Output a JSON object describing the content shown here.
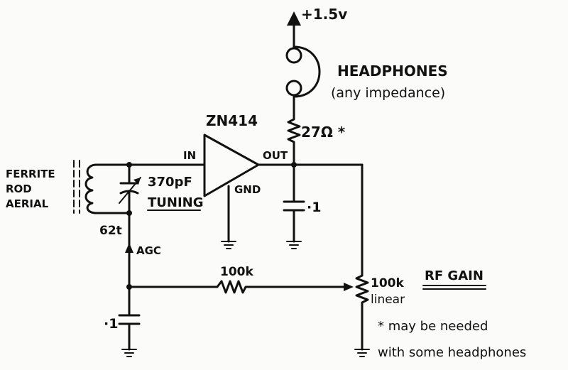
{
  "supply": {
    "label": "+1.5v"
  },
  "headphones": {
    "title": "HEADPHONES",
    "note": "(any impedance)"
  },
  "resistor_series": {
    "value": "27Ω *"
  },
  "ic": {
    "name": "ZN414",
    "in_label": "IN",
    "out_label": "OUT",
    "gnd_label": "GND"
  },
  "aerial": {
    "line1": "FERRITE",
    "line2": "ROD",
    "line3": "AERIAL",
    "turns": "62t"
  },
  "tuning_cap": {
    "value": "370pF",
    "label": "TUNING"
  },
  "output_cap": {
    "value": "·1"
  },
  "agc": {
    "label": "AGC"
  },
  "agc_cap": {
    "value": "·1"
  },
  "resistor_agc": {
    "value": "100k"
  },
  "pot": {
    "value": "100k",
    "type": "linear",
    "label": "RF GAIN"
  },
  "footnote": {
    "line1": "* may be needed",
    "line2": "with some headphones"
  }
}
